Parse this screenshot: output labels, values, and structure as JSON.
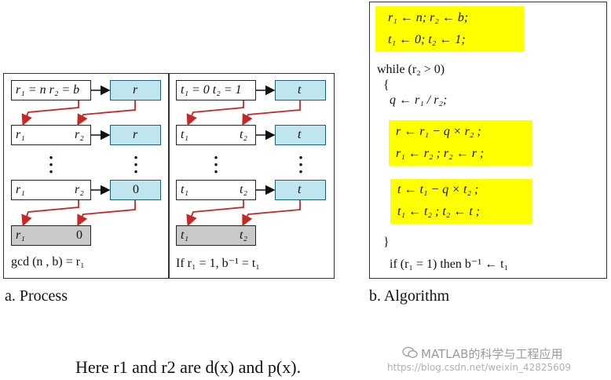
{
  "process": {
    "left": {
      "row1_left": "r₁ = n  r₂ = b",
      "row1_right": "r",
      "row2_a": "r₁",
      "row2_b": "r₂",
      "row2_right": "r",
      "row3_a": "r₁",
      "row3_b": "r₂",
      "row3_right": "0",
      "row4_a": "r₁",
      "row4_b": "0",
      "result": "gcd (n , b) = r₁"
    },
    "right": {
      "row1_left": "t₁ = 0  t₂ = 1",
      "row1_right": "t",
      "row2_a": "t₁",
      "row2_b": "t₂",
      "row2_right": "t",
      "row3_a": "t₁",
      "row3_b": "t₂",
      "row3_right": "t",
      "row4_a": "t₁",
      "row4_b": "t₂",
      "result": "If r₁ = 1,  b⁻¹ = t₁"
    }
  },
  "algorithm": {
    "init1": "r₁ ← n;       r₂ ← b;",
    "init2": "t₁ ← 0;       t₂ ← 1;",
    "while": "while (r₂ > 0)",
    "open_brace": "{",
    "q_line": "q ← r₁ / r₂;",
    "r_line1": "r ← r₁ − q × r₂ ;",
    "r_line2": "r₁ ← r₂ ;      r₂ ← r ;",
    "t_line1": "t ← t₁ − q × t₂ ;",
    "t_line2": "t₁ ← t₂ ;      t₂ ← t ;",
    "close_brace": "}",
    "if_line": "if (r₁ = 1) then b⁻¹ ← t₁"
  },
  "captions": {
    "a": "a. Process",
    "b": "b. Algorithm"
  },
  "footnote": "Here r1 and r2 are d(x) and p(x).",
  "watermark": {
    "brand": "MATLAB的科学与工程应用",
    "url": "https://blog.csdn.net/weixin_42825609"
  },
  "colors": {
    "highlight": "#ffff00",
    "box_blue": "#bfe5ef",
    "box_gray": "#c9c9c9",
    "arrow_red": "#c62828"
  }
}
